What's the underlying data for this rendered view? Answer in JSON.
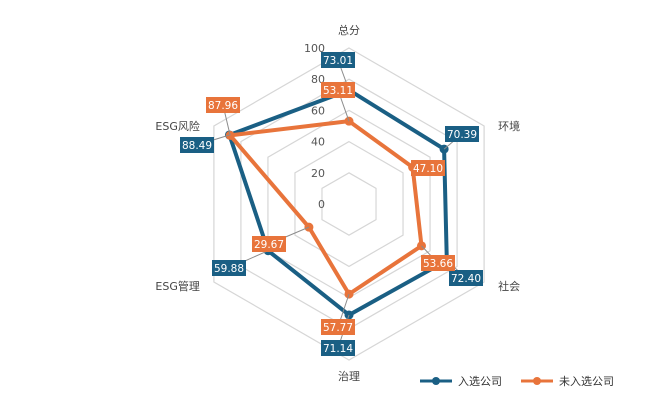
{
  "chart_data": {
    "type": "radar",
    "title": "",
    "axes": [
      "总分",
      "环境",
      "社会",
      "治理",
      "ESG管理",
      "ESG风险"
    ],
    "ticks": [
      0,
      20,
      40,
      60,
      80,
      100
    ],
    "range": [
      0,
      100
    ],
    "grid": true,
    "legend_position": "bottom-right",
    "series": [
      {
        "name": "入选公司",
        "color": "#1a5f84",
        "values": [
          73.01,
          70.39,
          72.4,
          71.14,
          59.88,
          88.49
        ]
      },
      {
        "name": "未入选公司",
        "color": "#e8743b",
        "values": [
          53.11,
          47.1,
          53.66,
          57.77,
          29.67,
          87.96
        ]
      }
    ]
  }
}
